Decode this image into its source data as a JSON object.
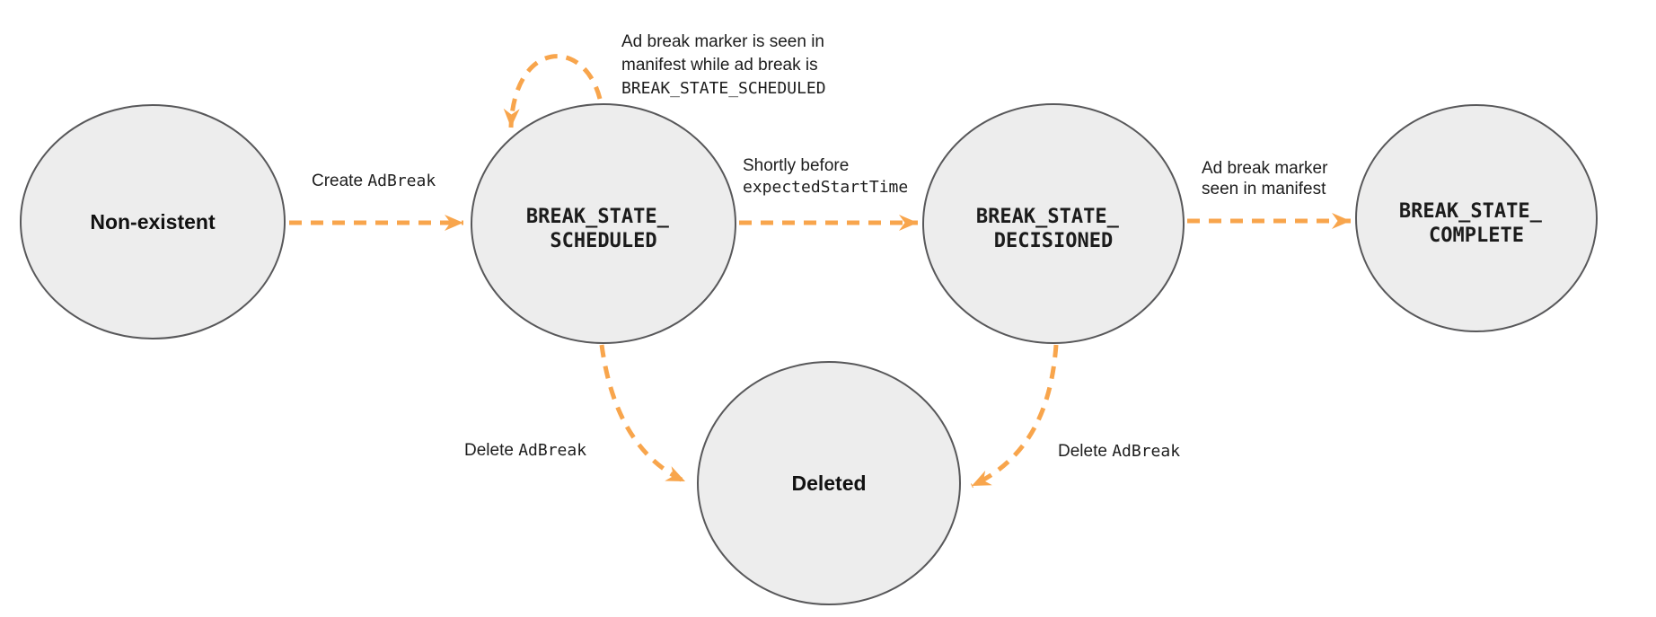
{
  "colors": {
    "arrow": "#F8A54C",
    "node_fill": "#EDEDED",
    "node_stroke": "#58585A",
    "text": "#1C1C1C",
    "background": "#FFFFFF"
  },
  "states": {
    "nonexistent": {
      "label": "Non-existent"
    },
    "scheduled": {
      "line1": "BREAK_STATE_",
      "line2": "SCHEDULED"
    },
    "decisioned": {
      "line1": "BREAK_STATE_",
      "line2": "DECISIONED"
    },
    "complete": {
      "line1": "BREAK_STATE_",
      "line2": "COMPLETE"
    },
    "deleted": {
      "label": "Deleted"
    }
  },
  "transitions": {
    "create": {
      "plain": "Create ",
      "code": "AdBreak"
    },
    "self_loop": {
      "line1": "Ad break marker is seen in",
      "line2": "manifest while ad break is",
      "line3_code": "BREAK_STATE_SCHEDULED"
    },
    "to_decisioned": {
      "line1": "Shortly before",
      "line2_code": "expectedStartTime"
    },
    "to_complete": {
      "line1": "Ad break marker",
      "line2": "seen in manifest"
    },
    "delete_from_scheduled": {
      "plain": "Delete ",
      "code": "AdBreak"
    },
    "delete_from_decisioned": {
      "plain": "Delete ",
      "code": "AdBreak"
    }
  }
}
